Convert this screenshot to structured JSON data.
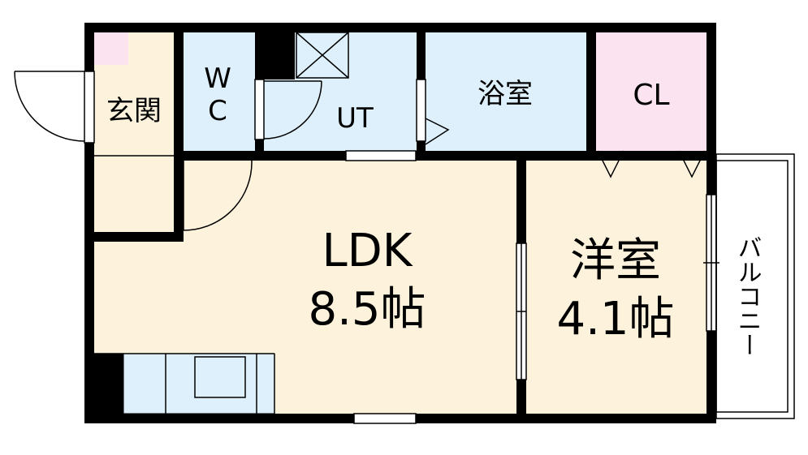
{
  "rooms": {
    "genkan": "玄関",
    "wc_line1": "W",
    "wc_line2": "C",
    "ut": "UT",
    "bath": "浴室",
    "closet": "CL",
    "ldk_name": "LDK",
    "ldk_size": "8.5帖",
    "western_name": "洋室",
    "western_size": "4.1帖",
    "balcony": "バルコニー"
  },
  "colors": {
    "genkan": "#fdf3dc",
    "ldk": "#fdf3dc",
    "western": "#fdf3dc",
    "wc": "#def0fb",
    "ut": "#def0fb",
    "bath": "#def0fb",
    "kitchen": "#def0fb",
    "closet": "#fbe3ef",
    "shoe_box": "#fbe3ef",
    "wall": "#000000"
  }
}
